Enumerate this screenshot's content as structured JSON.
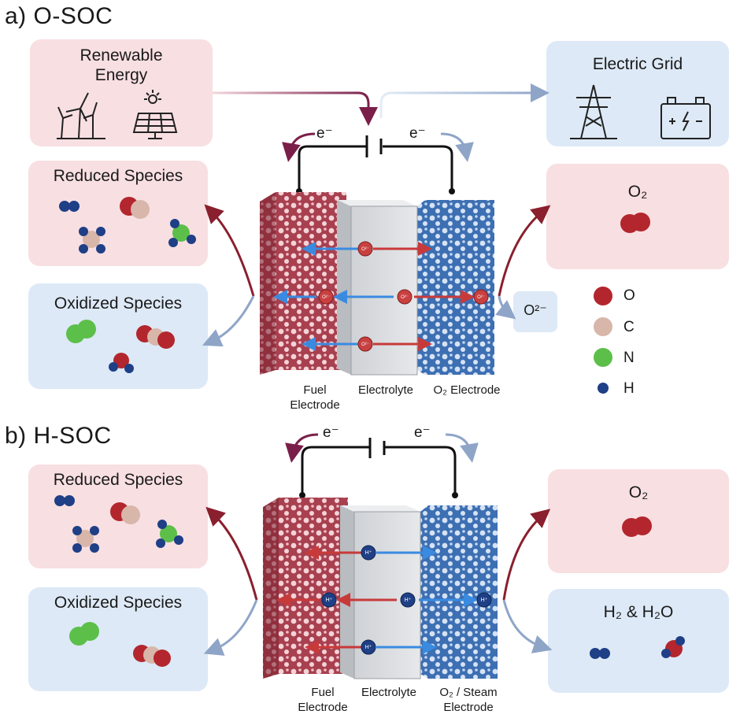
{
  "section_a": {
    "title": "a) O-SOC",
    "renewable": "Renewable Energy",
    "grid": "Electric Grid",
    "reduced": "Reduced Species",
    "oxidized": "Oxidized Species",
    "o2_box": "O₂",
    "o2_ion": "O²⁻",
    "electron_left": "e⁻",
    "electron_right": "e⁻",
    "fuel_electrode": "Fuel Electrode",
    "electrolyte": "Electrolyte",
    "o2_electrode": "O₂ Electrode",
    "ion_label": "O²⁻"
  },
  "legend": [
    {
      "symbol": "O",
      "color": "#b3262d"
    },
    {
      "symbol": "C",
      "color": "#d8b6aa"
    },
    {
      "symbol": "N",
      "color": "#5cbf4a"
    },
    {
      "symbol": "H",
      "color": "#1f3f86"
    }
  ],
  "section_b": {
    "title": "b) H-SOC",
    "reduced": "Reduced Species",
    "oxidized": "Oxidized Species",
    "o2_box": "O₂",
    "h2_box": "H₂ & H₂O",
    "electron_left": "e⁻",
    "electron_right": "e⁻",
    "fuel_electrode": "Fuel Electrode",
    "electrolyte": "Electrolyte",
    "o2_electrode": "O₂ / Steam Electrode",
    "ion_label": "H⁺"
  }
}
